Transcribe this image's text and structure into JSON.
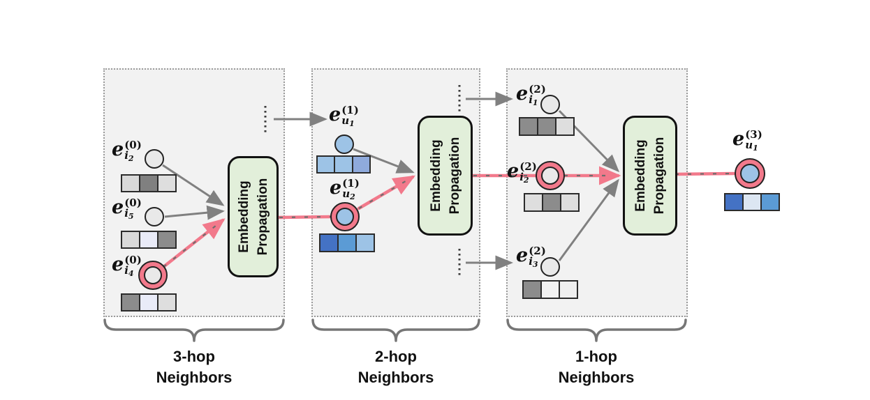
{
  "colors": {
    "highlight_pink": "#F2798B",
    "dash_gray": "#6E6E6E",
    "arrow_gray": "#808080",
    "ep_fill": "#E2EFDA",
    "box_fill": "#F2F2F2",
    "box_border": "#999999"
  },
  "ep_box": {
    "line1": "Embedding",
    "line2": "Propagation"
  },
  "hops": [
    {
      "label_line1": "3-hop",
      "label_line2": "Neighbors"
    },
    {
      "label_line1": "2-hop",
      "label_line2": "Neighbors"
    },
    {
      "label_line1": "1-hop",
      "label_line2": "Neighbors"
    }
  ],
  "nodes": {
    "i2_0": {
      "base": "e",
      "sup": "(0)",
      "sub": "i",
      "subsub": "2",
      "circle": "#E9E9E9",
      "ringed": false,
      "bar": [
        "#D9D9D9",
        "#808080",
        "#DEDEDE"
      ]
    },
    "i5_0": {
      "base": "e",
      "sup": "(0)",
      "sub": "i",
      "subsub": "5",
      "circle": "#E9E9E9",
      "ringed": false,
      "bar": [
        "#D9D9D9",
        "#E9EBF8",
        "#8C8C8C"
      ]
    },
    "i4_0": {
      "base": "e",
      "sup": "(0)",
      "sub": "i",
      "subsub": "4",
      "circle": "#E9E9E9",
      "ringed": true,
      "bar": [
        "#8C8C8C",
        "#E9EBF8",
        "#DEDEDE"
      ]
    },
    "u1_1": {
      "base": "e",
      "sup": "(1)",
      "sub": "u",
      "subsub": "1",
      "circle": "#9DC3E6",
      "ringed": false,
      "bar": [
        "#9DC3E6",
        "#9DC3E6",
        "#8FAADC"
      ]
    },
    "u2_1": {
      "base": "e",
      "sup": "(1)",
      "sub": "u",
      "subsub": "2",
      "circle": "#9DC3E6",
      "ringed": true,
      "bar": [
        "#4472C4",
        "#5B9BD5",
        "#9DC3E6"
      ]
    },
    "i1_2": {
      "base": "e",
      "sup": "(2)",
      "sub": "i",
      "subsub": "1",
      "circle": "#E9E9E9",
      "ringed": false,
      "bar": [
        "#8C8C8C",
        "#8C8C8C",
        "#DEDEDE"
      ]
    },
    "i2_2": {
      "base": "e",
      "sup": "(2)",
      "sub": "i",
      "subsub": "2",
      "circle": "#E9E9E9",
      "ringed": true,
      "bar": [
        "#DEDEDE",
        "#8C8C8C",
        "#DEDEDE"
      ]
    },
    "i3_2": {
      "base": "e",
      "sup": "(2)",
      "sub": "i",
      "subsub": "3",
      "circle": "#E9E9E9",
      "ringed": false,
      "bar": [
        "#8C8C8C",
        "#F2F2F2",
        "#EFEFEF"
      ]
    },
    "u1_3": {
      "base": "e",
      "sup": "(3)",
      "sub": "u",
      "subsub": "1",
      "circle": "#9DC3E6",
      "ringed": true,
      "bar": [
        "#4472C4",
        "#DCE6F2",
        "#5B9BD5"
      ]
    }
  }
}
